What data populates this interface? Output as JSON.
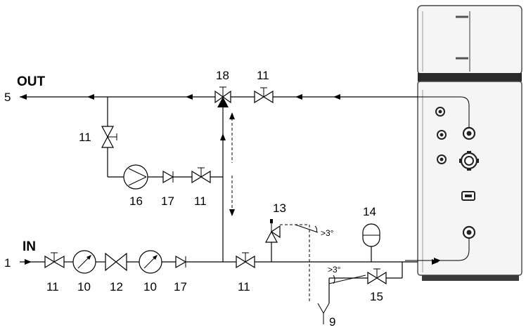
{
  "labels": {
    "out_text": "OUT",
    "in_text": "IN",
    "n5": "5",
    "n1": "1",
    "n18": "18",
    "n11_top": "11",
    "n11_bypass": "11",
    "n16": "16",
    "n17_mid": "17",
    "n11_mid": "11",
    "n13": "13",
    "n14": "14",
    "n11_b1": "11",
    "n10_b1": "10",
    "n12_b": "12",
    "n10_b2": "10",
    "n17_b": "17",
    "n11_b2": "11",
    "n15": "15",
    "n9": "9",
    "angle1": ">3°",
    "angle2": ">3°"
  },
  "colors": {
    "line": "#000000",
    "tank_body": "#f2f2f2",
    "tank_dark": "#2a2a2a"
  }
}
